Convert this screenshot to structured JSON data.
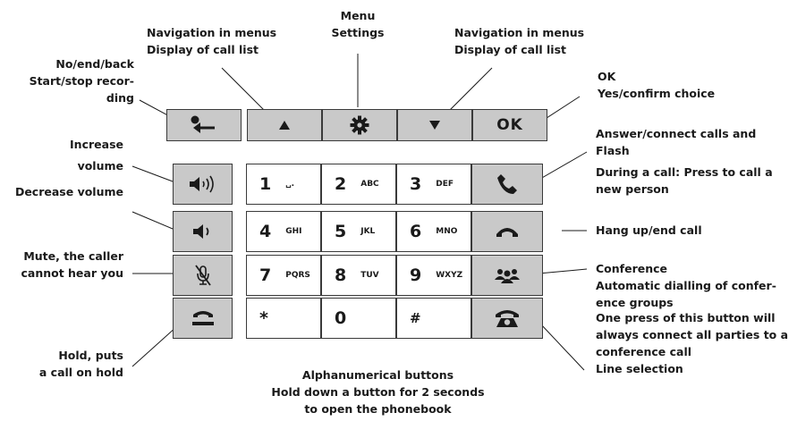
{
  "labels": {
    "menu_settings": "Menu\nSettings",
    "nav_left": "Navigation in menus\nDisplay of call list",
    "nav_right": "Navigation in menus\nDisplay of call list",
    "back": "No/end/back\nStart/stop recor-\nding",
    "ok": "OK\nYes/confirm choice",
    "increase_volume": "Increase\nvolume",
    "decrease_volume": "Decrease volume",
    "mute": "Mute, the caller\ncannot hear you",
    "hold": "Hold, puts\na call on hold",
    "answer": "Answer/connect calls and\nFlash",
    "answer_during_call": "During a call: Press to call a\nnew person",
    "hang_up": "Hang up/end call",
    "conference": "Conference\nAutomatic dialling of confer-\nence groups",
    "conference_note": "One press of this button will\nalways connect all parties to a\nconference call",
    "line_selection": "Line selection",
    "alphanumerical": "Alphanumerical buttons\nHold down a button for 2 seconds\nto open the phonebook"
  },
  "keypad": {
    "ok_key": "OK",
    "keys": [
      {
        "digit": "1",
        "letters": "␣."
      },
      {
        "digit": "2",
        "letters": "ABC"
      },
      {
        "digit": "3",
        "letters": "DEF"
      },
      {
        "digit": "4",
        "letters": "GHI"
      },
      {
        "digit": "5",
        "letters": "JKL"
      },
      {
        "digit": "6",
        "letters": "MNO"
      },
      {
        "digit": "7",
        "letters": "PQRS"
      },
      {
        "digit": "8",
        "letters": "TUV"
      },
      {
        "digit": "9",
        "letters": "WXYZ"
      },
      {
        "digit": "*",
        "letters": ""
      },
      {
        "digit": "0",
        "letters": ""
      },
      {
        "digit": "#",
        "letters": ""
      }
    ]
  },
  "icons": {
    "back_key": "record-back-icon",
    "up_key": "arrow-up-icon",
    "menu_key": "gear-icon",
    "down_key": "arrow-down-icon",
    "vol_up_key": "volume-up-icon",
    "vol_down_key": "volume-down-icon",
    "mute_key": "mute-mic-icon",
    "hold_key": "hold-icon",
    "answer_key": "phone-answer-icon",
    "hangup_key": "phone-hangup-icon",
    "conference_key": "conference-icon",
    "line_key": "line-selection-icon"
  },
  "colors": {
    "key_fill": "#c9c9c9",
    "key_border": "#3a3a3a",
    "text": "#1a1a1a"
  }
}
